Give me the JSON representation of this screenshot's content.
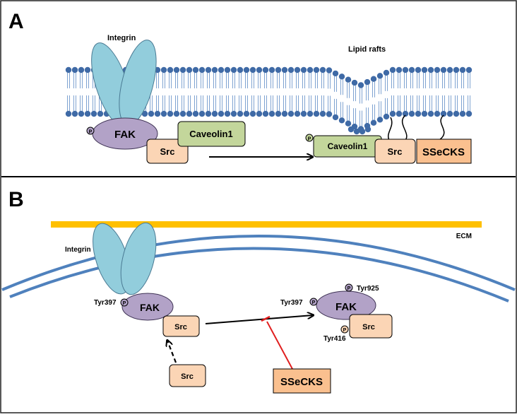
{
  "panels": [
    {
      "letter": "A"
    },
    {
      "letter": "B"
    }
  ],
  "panel_a": {
    "integrin_label": "Integrin",
    "lipid_rafts_label": "Lipid rafts",
    "fak_label": "FAK",
    "src_label": "Src",
    "caveolin_label": "Caveolin1",
    "raft_caveolin_label": "Caveolin1",
    "raft_src_label": "Src",
    "sseck_label": "SSeCKS",
    "phospho_fak": "P",
    "phospho_caveolin": "P"
  },
  "panel_b": {
    "ecm_label": "ECM",
    "integrin_label": "Integrin",
    "tyr397_left": "Tyr397",
    "fak_left": "FAK",
    "src_left": "Src",
    "src_cyto": "Src",
    "tyr397_right": "Tyr397",
    "tyr925": "Tyr925",
    "tyr416": "Tyr416",
    "fak_right": "FAK",
    "src_right": "Src",
    "sseck_label": "SSeCKS",
    "phospho": "P"
  },
  "colors": {
    "integrin": "#92CDDC",
    "integrin_stroke": "#4A7A93",
    "fak": "#B2A2C7",
    "src": "#FBD5B5",
    "caveolin": "#C3D69B",
    "sseck": "#FAC08F",
    "lipid_head": "#3F6AA6",
    "lipid_tail": "#7FA3D1",
    "ecm": "#FFC000",
    "membrane": "#4F81BD",
    "inhibit": "#E01F1F"
  }
}
